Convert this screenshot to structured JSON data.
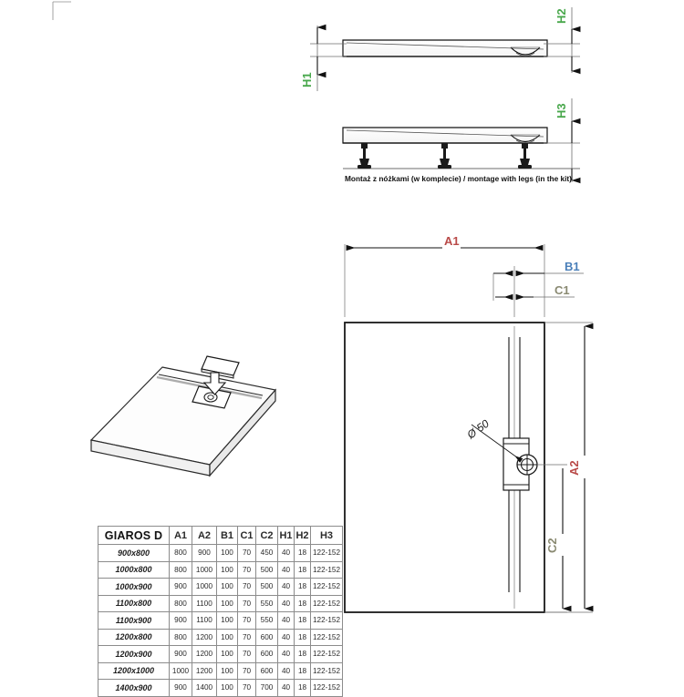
{
  "page": {
    "title": "GIAROS D shower tray technical drawing",
    "background": "#ffffff"
  },
  "colors": {
    "dim_a": "#b94a48",
    "dim_b": "#4a7fb9",
    "dim_c": "#8a8a72",
    "dim_h": "#49a84c",
    "line": "#1a1a1a",
    "table_border": "#8c8c8c"
  },
  "side_views": {
    "caption": "Montaż z nóżkami (w komplecie) / montage with legs (in the kit)",
    "labels": {
      "h1": "H1",
      "h2": "H2",
      "h3": "H3"
    }
  },
  "plan_view": {
    "labels": {
      "a1": "A1",
      "a2": "A2",
      "b1": "B1",
      "c1": "C1",
      "c2": "C2"
    },
    "drain_note": "Ø 50"
  },
  "iso_view": {
    "name": "shower tray isometric with drain cover"
  },
  "table": {
    "headers": [
      "GIAROS D",
      "A1",
      "A2",
      "B1",
      "C1",
      "C2",
      "H1",
      "H2",
      "H3"
    ],
    "header_colors": [
      "#111111",
      "#b94a48",
      "#b94a48",
      "#4a7fb9",
      "#8a8a72",
      "#8a8a72",
      "#49a84c",
      "#49a84c",
      "#49a84c"
    ],
    "rows": [
      [
        "900x800",
        "800",
        "900",
        "100",
        "70",
        "450",
        "40",
        "18",
        "122-152"
      ],
      [
        "1000x800",
        "800",
        "1000",
        "100",
        "70",
        "500",
        "40",
        "18",
        "122-152"
      ],
      [
        "1000x900",
        "900",
        "1000",
        "100",
        "70",
        "500",
        "40",
        "18",
        "122-152"
      ],
      [
        "1100x800",
        "800",
        "1100",
        "100",
        "70",
        "550",
        "40",
        "18",
        "122-152"
      ],
      [
        "1100x900",
        "900",
        "1100",
        "100",
        "70",
        "550",
        "40",
        "18",
        "122-152"
      ],
      [
        "1200x800",
        "800",
        "1200",
        "100",
        "70",
        "600",
        "40",
        "18",
        "122-152"
      ],
      [
        "1200x900",
        "900",
        "1200",
        "100",
        "70",
        "600",
        "40",
        "18",
        "122-152"
      ],
      [
        "1200x1000",
        "1000",
        "1200",
        "100",
        "70",
        "600",
        "40",
        "18",
        "122-152"
      ],
      [
        "1400x900",
        "900",
        "1400",
        "100",
        "70",
        "700",
        "40",
        "18",
        "122-152"
      ]
    ]
  }
}
